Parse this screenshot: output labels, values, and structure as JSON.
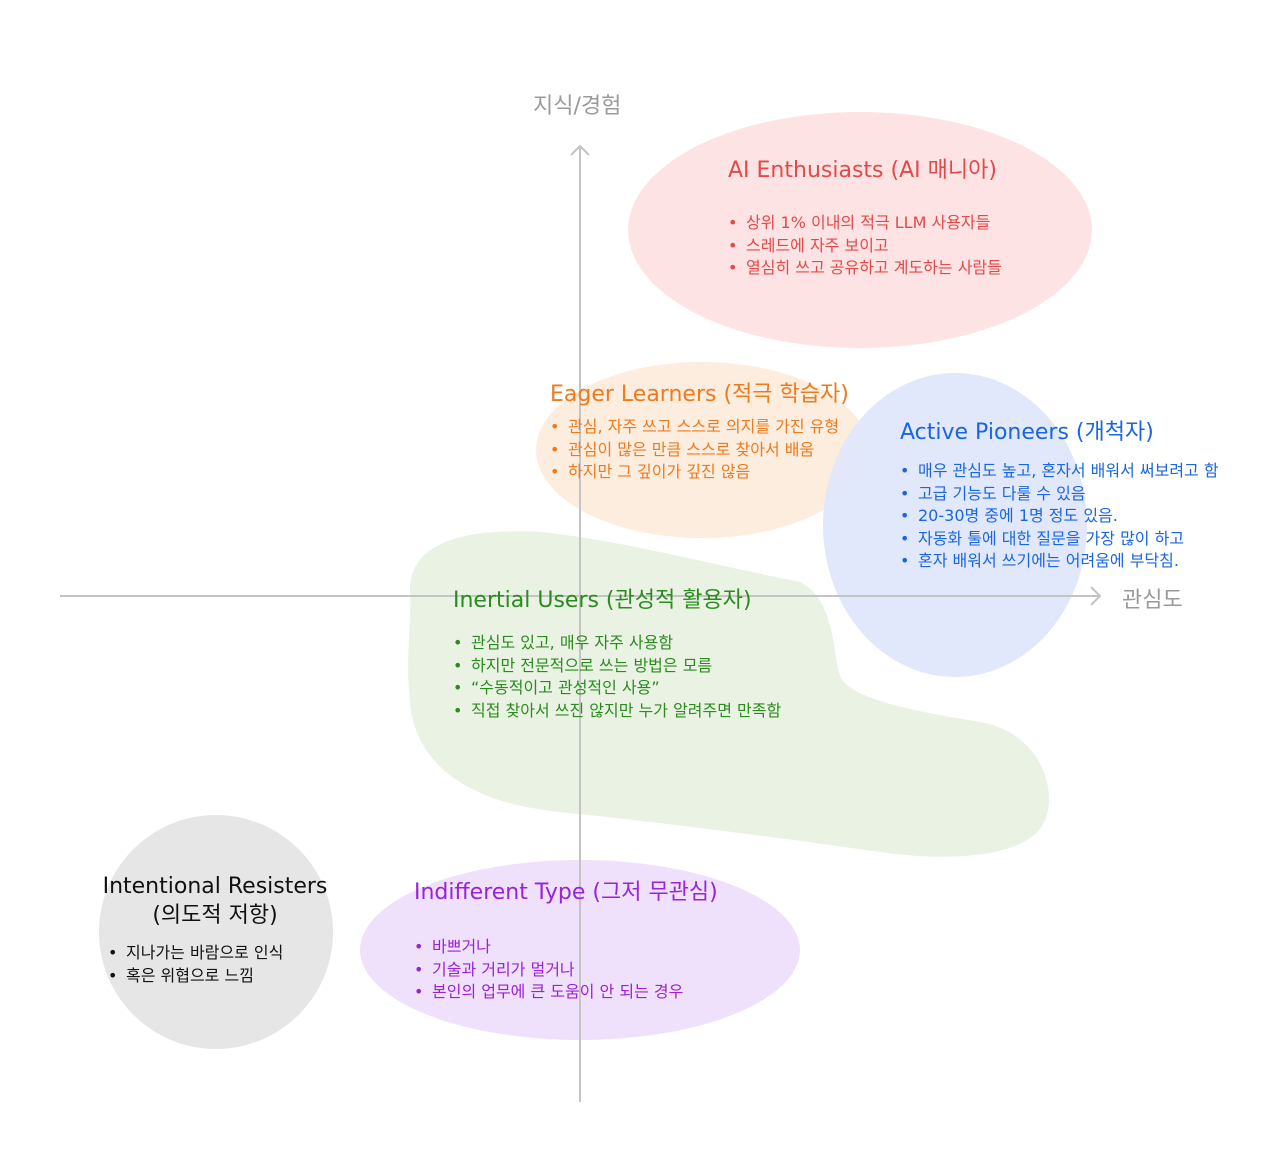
{
  "axes": {
    "y_label": "지식/경험",
    "x_label": "관심도"
  },
  "colors": {
    "enthusiasts": "#e24a4a",
    "eager": "#ee7a1e",
    "pioneers": "#1a66e0",
    "inertial": "#2a8c1e",
    "indifferent": "#9a22d8",
    "resisters": "#111111",
    "axis": "#c4c4c4"
  },
  "groups": {
    "enthusiasts": {
      "title": "AI Enthusiasts (AI 매니아)",
      "bullets": [
        "상위 1% 이내의 적극 LLM 사용자들",
        "스레드에 자주 보이고",
        "열심히 쓰고 공유하고 계도하는 사람들"
      ]
    },
    "eager": {
      "title": "Eager Learners (적극 학습자)",
      "bullets": [
        "관심, 자주 쓰고 스스로 의지를 가진 유형",
        "관심이 많은 만큼 스스로 찾아서 배움",
        "하지만 그 깊이가 깊진 않음"
      ]
    },
    "pioneers": {
      "title": "Active Pioneers (개척자)",
      "bullets": [
        "매우 관심도 높고, 혼자서 배워서 써보려고 함",
        "고급 기능도 다룰 수 있음",
        "20-30명 중에 1명 정도 있음.",
        "자동화 툴에 대한 질문을 가장 많이 하고",
        "혼자 배워서 쓰기에는 어려움에 부닥침."
      ]
    },
    "inertial": {
      "title": "Inertial Users (관성적 활용자)",
      "bullets": [
        "관심도 있고, 매우 자주 사용함",
        "하지만 전문적으로 쓰는 방법은 모름",
        "“수동적이고 관성적인 사용”",
        "직접 찾아서 쓰진 않지만 누가 알려주면 만족함"
      ]
    },
    "indifferent": {
      "title": "Indifferent Type (그저 무관심)",
      "bullets": [
        "바쁘거나",
        "기술과 거리가 멀거나",
        "본인의 업무에 큰 도움이 안 되는 경우"
      ]
    },
    "resisters": {
      "title": "Intentional Resisters (의도적 저항)",
      "bullets": [
        "지나가는 바람으로 인식",
        "혹은 위협으로 느낌"
      ]
    }
  }
}
